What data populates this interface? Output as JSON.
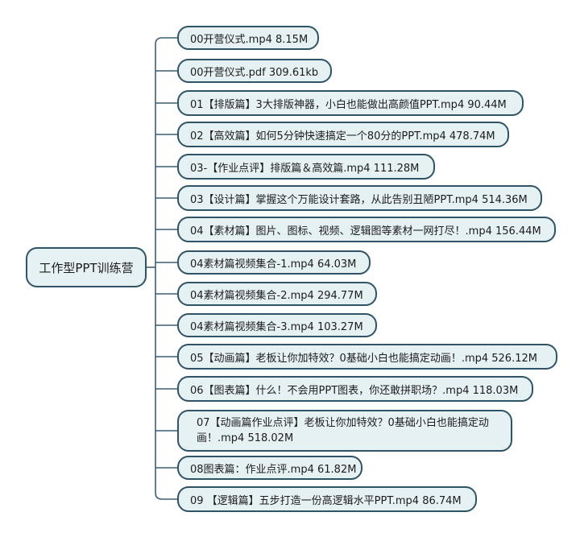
{
  "root": {
    "label": "工作型PPT训练营"
  },
  "items": [
    {
      "label": "00开营仪式.mp4  8.15M"
    },
    {
      "label": "00开营仪式.pdf  309.61kb"
    },
    {
      "label": "01【排版篇】3大排版神器，小白也能做出高颜值PPT.mp4  90.44M"
    },
    {
      "label": "02【高效篇】如何5分钟快速搞定一个80分的PPT.mp4  478.74M"
    },
    {
      "label": "03-【作业点评】排版篇＆高效篇.mp4  111.28M"
    },
    {
      "label": "03【设计篇】掌握这个万能设计套路，从此告别丑陋PPT.mp4  514.36M"
    },
    {
      "label": "04【素材篇】图片、图标、视频、逻辑图等素材一网打尽！.mp4  156.44M"
    },
    {
      "label": "04素材篇视频集合-1.mp4  64.03M"
    },
    {
      "label": "04素材篇视频集合-2.mp4  294.77M"
    },
    {
      "label": "04素材篇视频集合-3.mp4  103.27M"
    },
    {
      "label": "05【动画篇】老板让你加特效？0基础小白也能搞定动画！.mp4  526.12M"
    },
    {
      "label": "06【图表篇】什么！不会用PPT图表，你还敢拼职场？.mp4  118.03M"
    },
    {
      "label": "07【动画篇作业点评】老板让你加特效？0基础小白也能搞定动画！.mp4  518.02M"
    },
    {
      "label": "08图表篇：作业点评.mp4  61.82M"
    },
    {
      "label": "09 【逻辑篇】五步打造一份高逻辑水平PPT.mp4  86.74M"
    }
  ],
  "colors": {
    "node_fill": "#e6f1f4",
    "node_border": "#2f5465",
    "connector": "#3a5f70"
  }
}
